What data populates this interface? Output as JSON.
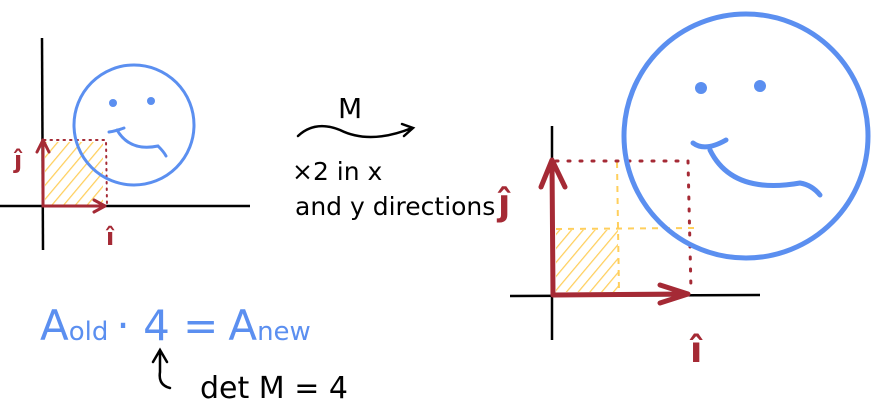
{
  "colors": {
    "ink": "#000000",
    "red": "#a52a35",
    "blue": "#5b8ff0",
    "yellow": "#ffcf5c"
  },
  "labels": {
    "i_hat": "î",
    "j_hat": "ĵ",
    "transform": "M",
    "scale_line1": "×2 in x",
    "scale_line2": "and y directions",
    "area_a": "A",
    "area_old_sub": "old",
    "area_mult": "· 4 =",
    "area_new_a": "A",
    "area_new_sub": "new",
    "det": "det M = 4"
  }
}
